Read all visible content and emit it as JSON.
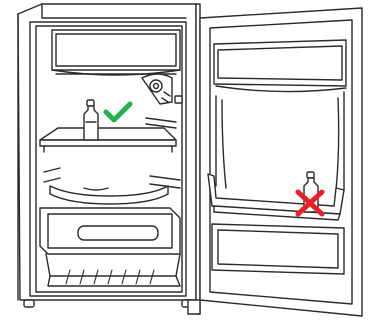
{
  "figure": {
    "subject": "fridge-storage-guidance",
    "line_color": "#2b2b2b",
    "fill_color": "#ffffff"
  },
  "markers": {
    "correct": {
      "icon": "check-icon",
      "meaning": "correct",
      "color": "#22b14c"
    },
    "incorrect": {
      "icon": "cross-icon",
      "meaning": "incorrect",
      "color": "#e8202a"
    }
  }
}
